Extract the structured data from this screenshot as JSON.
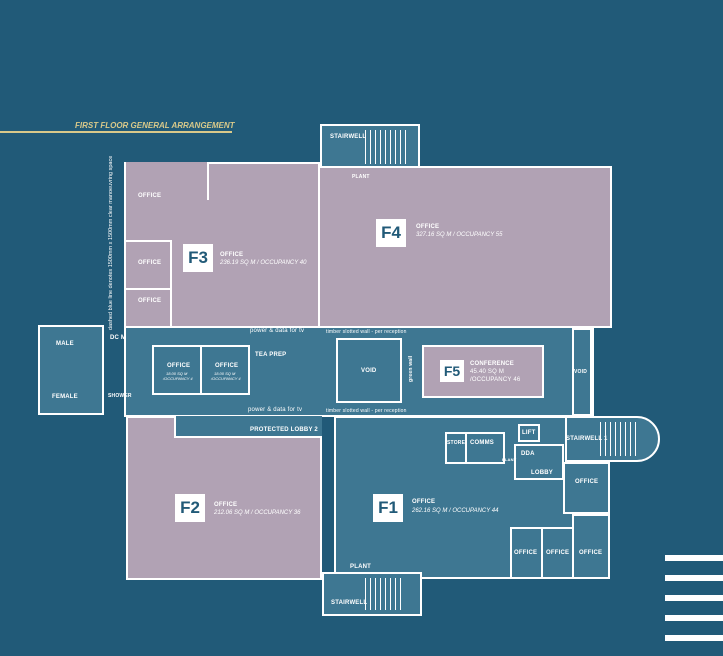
{
  "title": "FIRST FLOOR GENERAL ARRANGEMENT",
  "colors": {
    "background": "#215a78",
    "common_area": "#3e7792",
    "tenancy": "#b1a2b4",
    "accent": "#d9c98a"
  },
  "note": "dashed blue line denotes 1500mm x 1500mm clear manoeuvring space",
  "units": {
    "f1": {
      "tag": "F1",
      "type": "OFFICE",
      "detail": "262.16 SQ M / OCCUPANCY 44"
    },
    "f2": {
      "tag": "F2",
      "type": "OFFICE",
      "detail": "212.06 SQ M / OCCUPANCY 36"
    },
    "f3": {
      "tag": "F3",
      "type": "OFFICE",
      "detail": "236.19 SQ M / OCCUPANCY 40"
    },
    "f4": {
      "tag": "F4",
      "type": "OFFICE",
      "detail": "327.16 SQ M / OCCUPANCY 55"
    },
    "f5": {
      "tag": "F5",
      "type": "CONFERENCE",
      "detail1": "45.40 SQ M",
      "detail2": "/OCCUPANCY 46"
    }
  },
  "rooms": {
    "office": "OFFICE",
    "stairwell": "STAIRWELL",
    "stairwell1": "STAIRWELL 1",
    "plant": "PLANT",
    "male": "MALE",
    "female": "FEMALE",
    "dcm": "DC M",
    "shower": "SHOWER",
    "tea_prep": "TEA PREP",
    "void": "VOID",
    "store": "STORE",
    "comms": "COMMS",
    "lift": "LIFT",
    "dda": "DDA",
    "lobby": "LOBBY",
    "protected_lobby": "PROTECTED LOBBY 2",
    "green_wall": "green wall",
    "small_office_detail1": "18.00 SQ M",
    "small_office_detail2": "/OCCUPANCY 4"
  },
  "annotations": {
    "power_tv": "power & data for tv",
    "timber_wall": "timber slotted wall - per reception"
  }
}
